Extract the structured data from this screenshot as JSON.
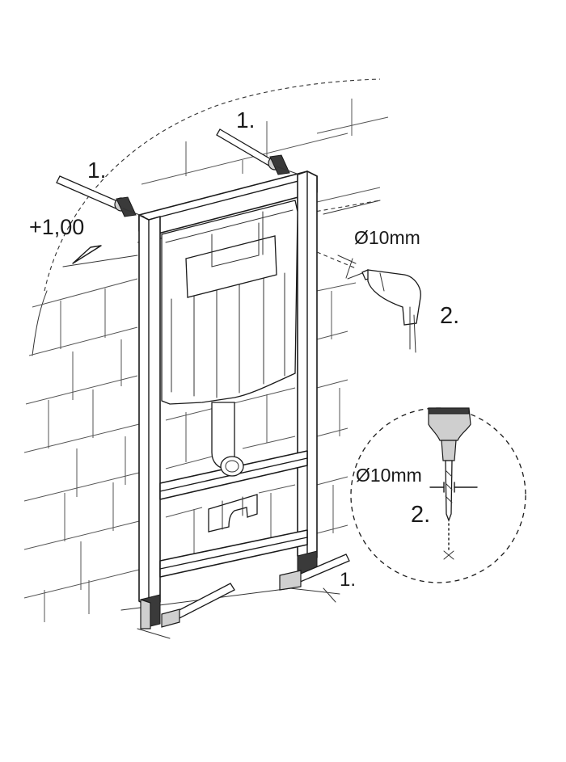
{
  "labels": {
    "step_1_top_left": "1.",
    "step_1_top_right": "1.",
    "step_1_bottom": "1.",
    "height_mark": "+1,00",
    "drill_diameter": "Ø10mm",
    "step_2_drill": "2.",
    "detail_diameter": "Ø10mm",
    "step_2_detail": "2."
  }
}
